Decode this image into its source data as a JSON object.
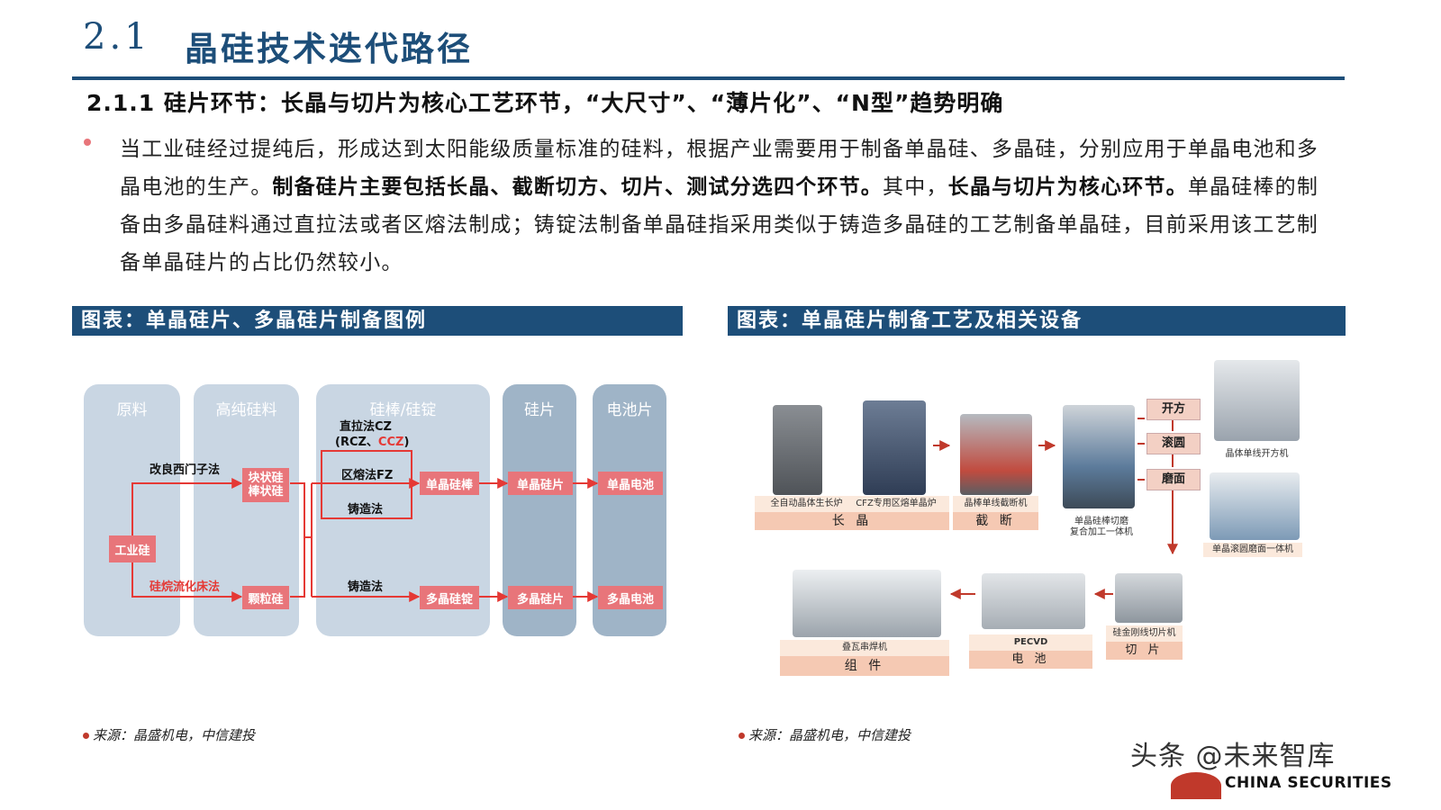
{
  "header": {
    "section_number": "2.1",
    "section_title": "晶硅技术迭代路径",
    "subheading": "2.1.1 硅片环节：长晶与切片为核心工艺环节，“大尺寸”、“薄片化”、“N型”趋势明确"
  },
  "body": {
    "p1": "当工业硅经过提纯后，形成达到太阳能级质量标准的硅料，根据产业需要用于制备单晶硅、多晶硅，分别应用于单晶电池和多晶电池的生产。",
    "p2_bold": "制备硅片主要包括长晶、截断切方、切片、测试分选四个环节。",
    "p3": "其中，",
    "p4_bold": "长晶与切片为核心环节。",
    "p5": "单晶硅棒的制备由多晶硅料通过直拉法或者区熔法制成；铸锭法制备单晶硅指采用类似于铸造多晶硅的工艺制备单晶硅，目前采用该工艺制备单晶硅片的占比仍然较小。"
  },
  "figure_left": {
    "title": "图表：单晶硅片、多晶硅片制备图例",
    "source": "来源：晶盛机电，中信建投",
    "columns": [
      "原料",
      "高纯硅料",
      "硅棒/硅锭",
      "硅片",
      "电池片"
    ],
    "raw": "工业硅",
    "method_top": "改良西门子法",
    "method_bottom": "硅烷流化床法",
    "chunk": "块状硅\n棒状硅",
    "granular": "颗粒硅",
    "cz_line1": "直拉法CZ",
    "cz_line2a": "(RCZ、",
    "cz_line2b": "CCZ",
    "cz_line2c": ")",
    "fz": "区熔法FZ",
    "cast_top": "铸造法",
    "cast_bottom": "铸造法",
    "mono_ingot": "单晶硅棒",
    "mono_wafer": "单晶硅片",
    "mono_cell": "单晶电池",
    "poly_ingot": "多晶硅锭",
    "poly_wafer": "多晶硅片",
    "poly_cell": "多晶电池"
  },
  "figure_right": {
    "title": "图表：单晶硅片制备工艺及相关设备",
    "source": "来源：晶盛机电，中信建投",
    "m1_cap": "全自动晶体生长炉",
    "m2_cap": "CFZ专用区熔单晶炉",
    "grow": "长 晶",
    "m3_cap": "晶棒单线截断机",
    "cut": "截 断",
    "m4_cap": "单晶硅棒切磨\n复合加工一体机",
    "step1": "开方",
    "step2": "滚圆",
    "step3": "磨面",
    "m5_cap": "晶体单线开方机",
    "m6_cap": "单晶滚圆磨面一体机",
    "m7_cap": "硅金刚线切片机",
    "slice": "切 片",
    "m8_cap": "PECVD",
    "cell": "电 池",
    "m9_cap": "叠瓦串焊机",
    "module": "组 件"
  },
  "watermark": {
    "text": "头条 @未来智库",
    "brand": "CHINA SECURITIES"
  },
  "colors": {
    "brand": "#1d4e79",
    "accent": "#e8757a",
    "col_light": "#c9d6e3",
    "col_dark": "#9fb4c7"
  }
}
